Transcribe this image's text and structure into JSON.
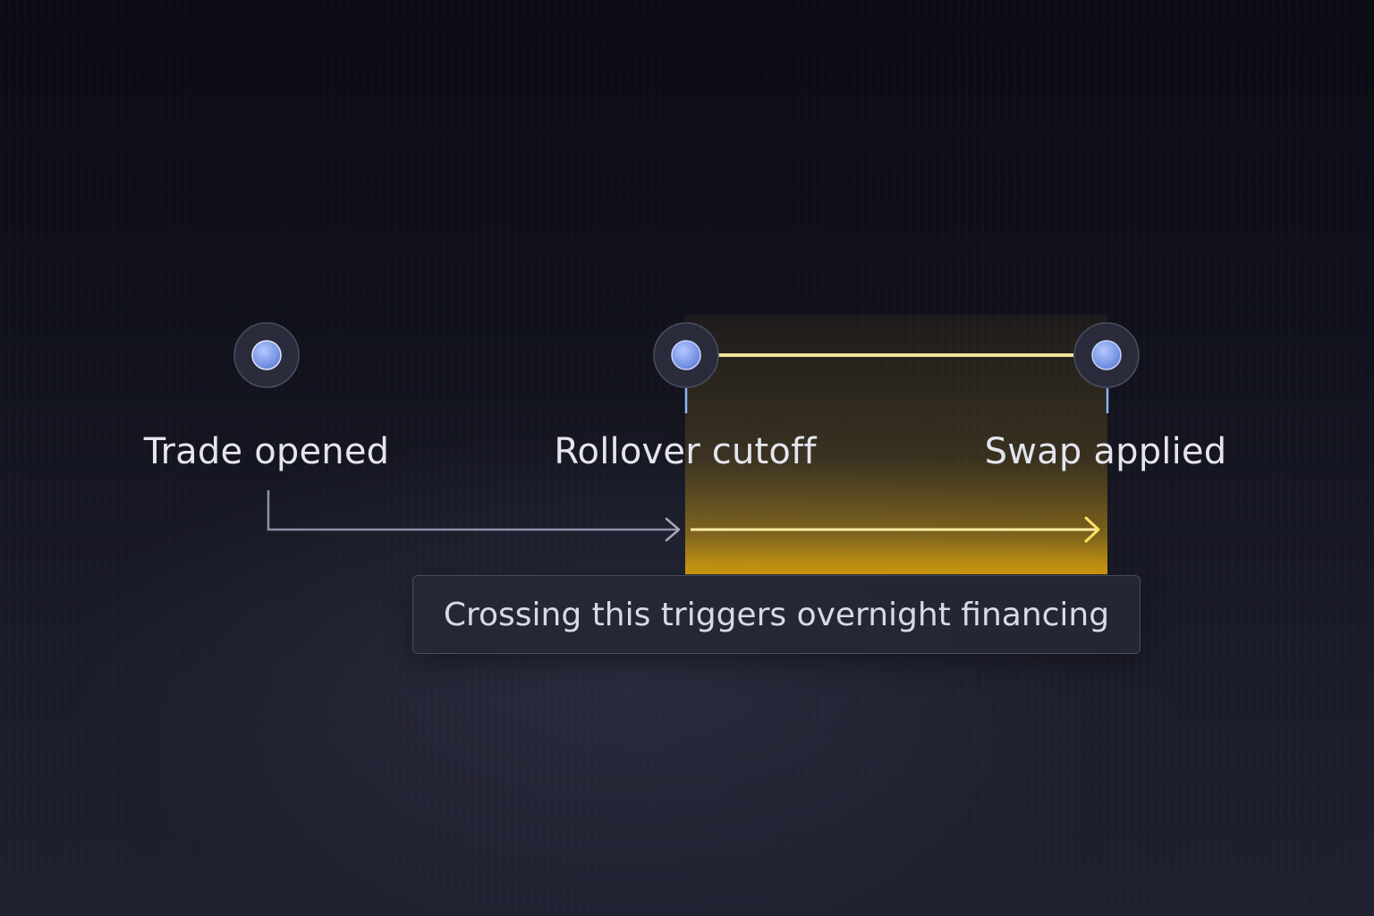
{
  "timeline": {
    "events": [
      {
        "label": "Trade opened"
      },
      {
        "label": "Rollover cutoff"
      },
      {
        "label": "Swap applied"
      }
    ]
  },
  "callout": {
    "text": "Crossing this triggers overnight financing"
  },
  "colors": {
    "background": "#0d0e17",
    "node_fill": "#6f8fe0",
    "node_ring": "#3a3c4e",
    "neutral_line": "#b9bbcc",
    "highlight_line": "#f2e39a",
    "highlight_zone": "#c89a10",
    "tick": "#8fb4ff"
  }
}
